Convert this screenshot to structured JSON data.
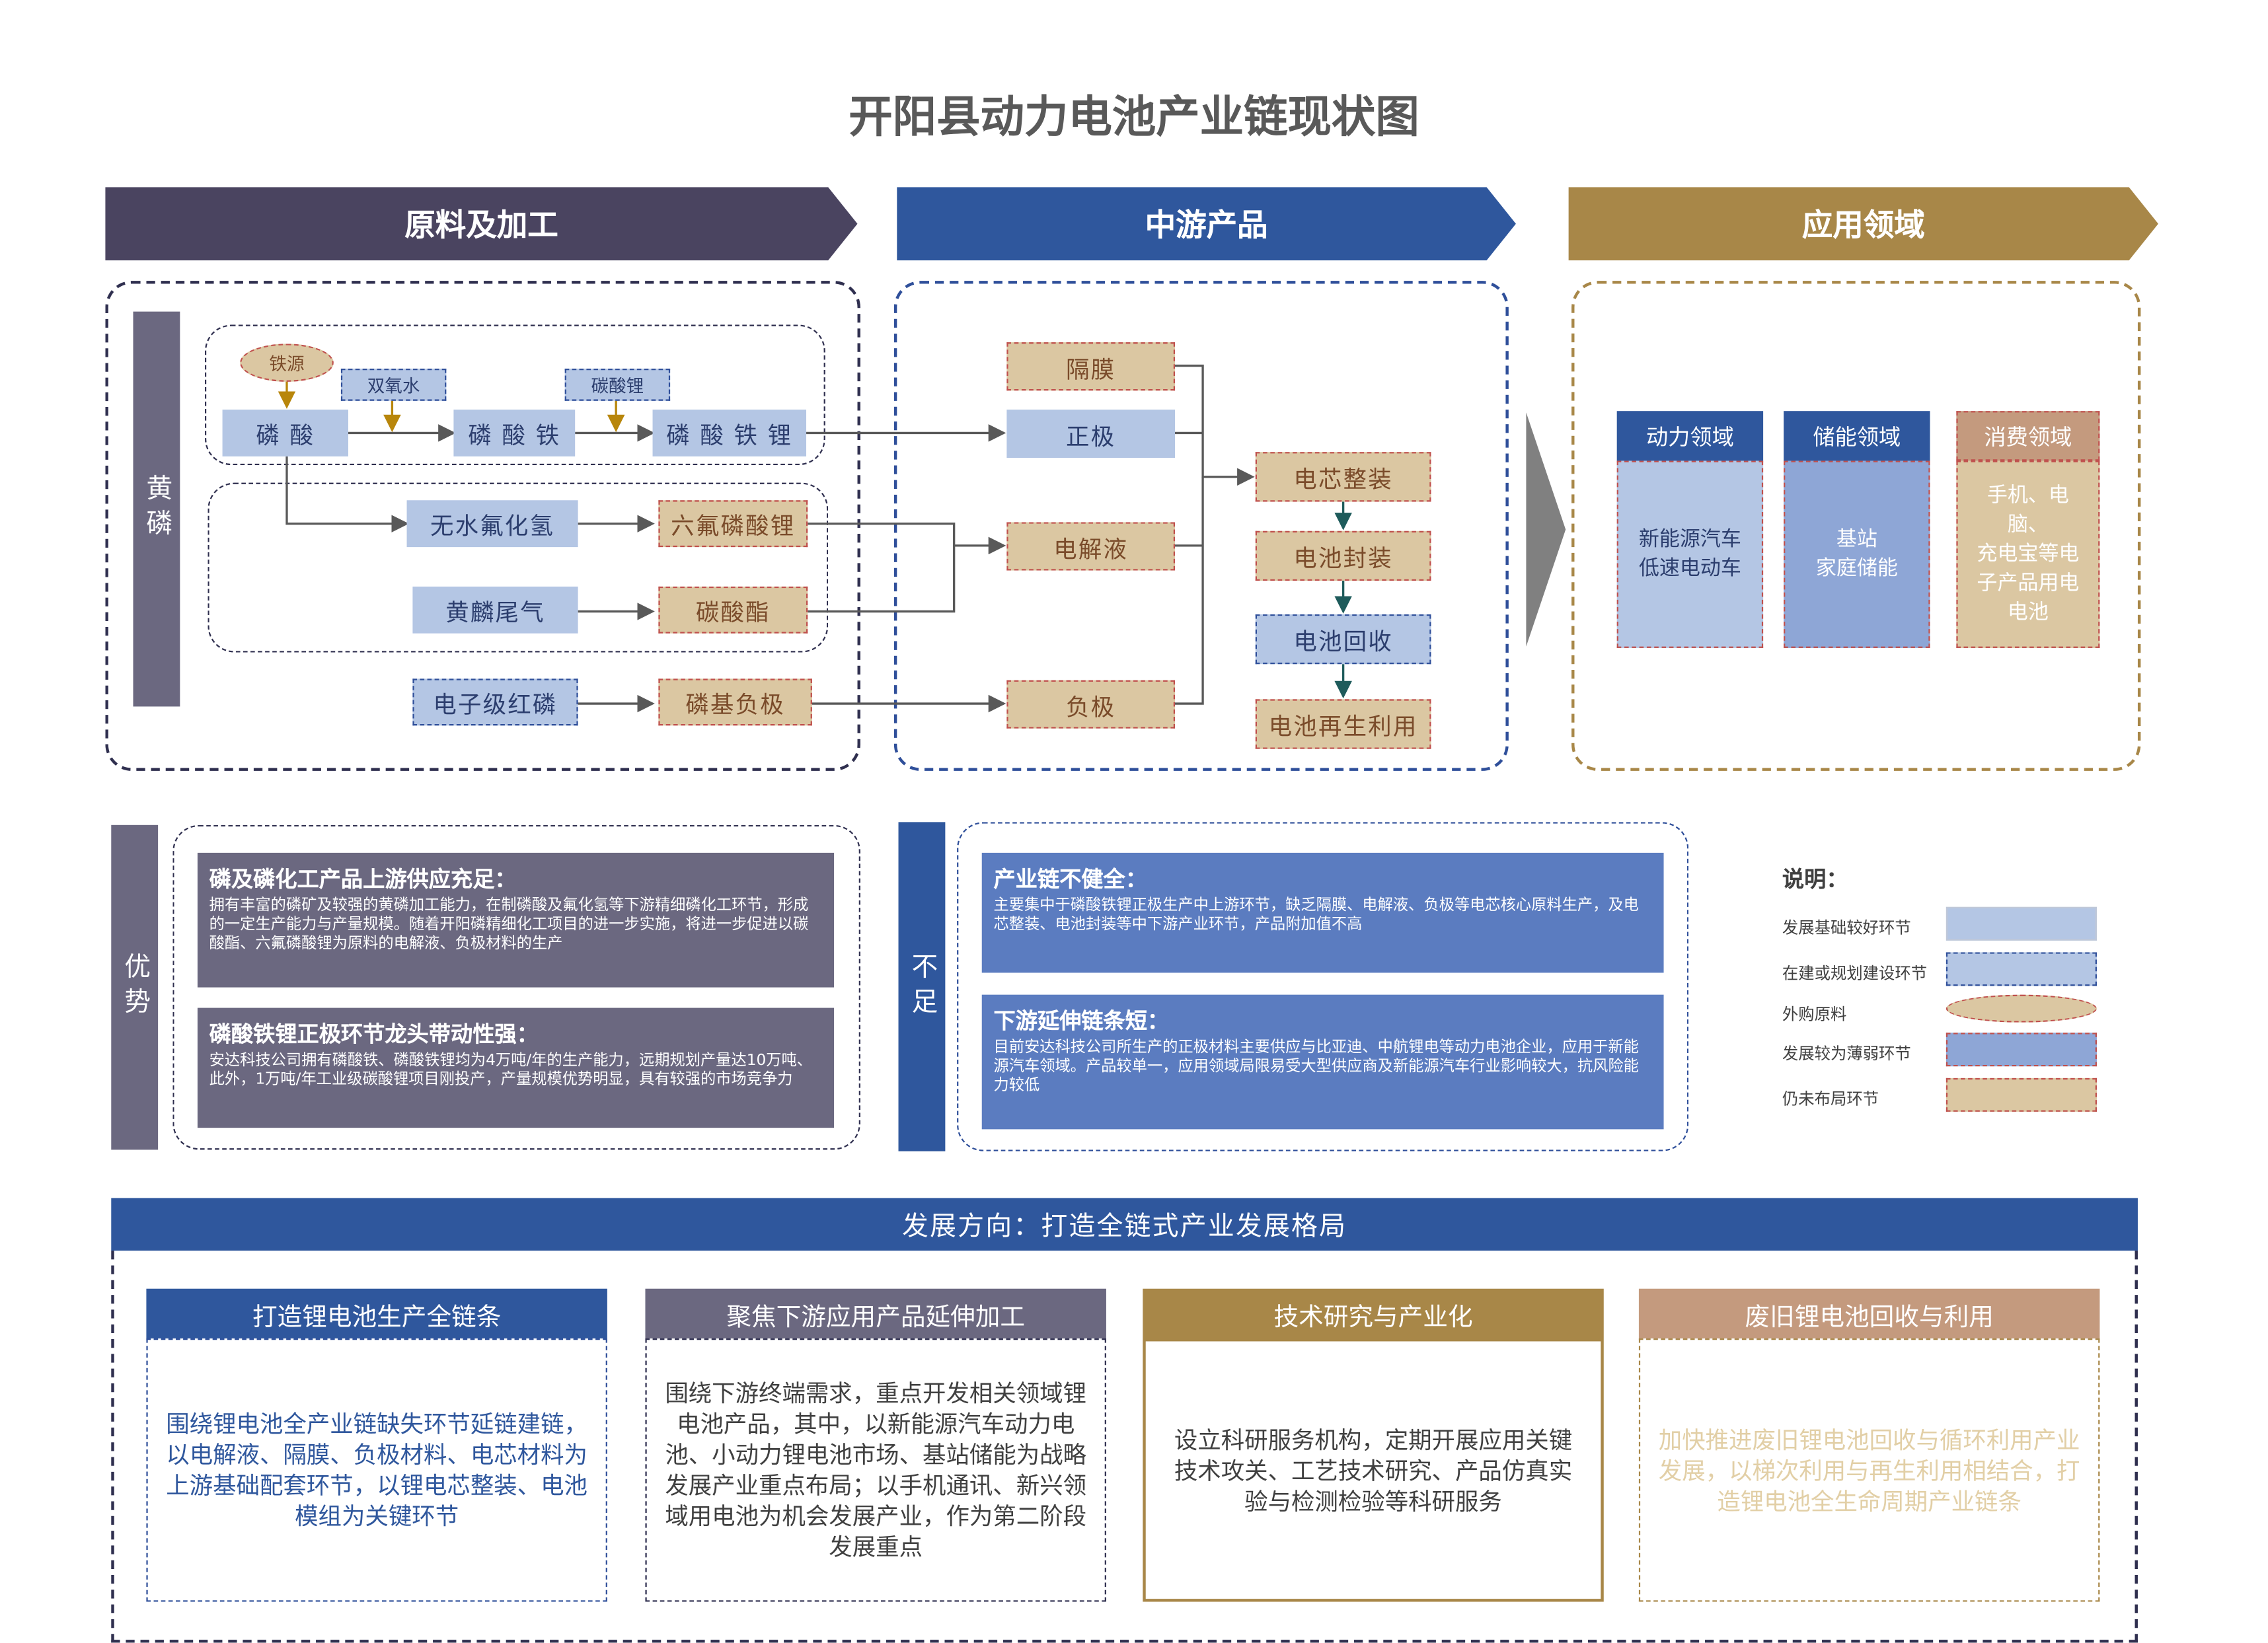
{
  "title": "开阳县动力电池产业链现状图",
  "banners": {
    "raw": "原料及加工",
    "mid": "中游产品",
    "app": "应用领域"
  },
  "raw": {
    "side_label": "黄磷",
    "iron_source": "铁源",
    "hydrogen_peroxide": "双氧水",
    "lithium_carbonate": "碳酸锂",
    "phosphoric_acid": "磷 酸",
    "iron_phosphate": "磷 酸 铁",
    "lfp": "磷 酸 铁 锂",
    "hf": "无水氟化氢",
    "lipf6": "六氟磷酸锂",
    "tail_gas": "黄麟尾气",
    "carbonate_ester": "碳酸酯",
    "red_phosphorus": "电子级红磷",
    "p_anode": "磷基负极"
  },
  "mid": {
    "separator": "隔膜",
    "cathode": "正极",
    "electrolyte": "电解液",
    "anode": "负极",
    "cell_assembly": "电芯整装",
    "battery_pack": "电池封装",
    "recycle": "电池回收",
    "reuse": "电池再生利用"
  },
  "app": {
    "cols": [
      {
        "head": "动力领域",
        "body": "新能源汽车\n低速电动车"
      },
      {
        "head": "储能领域",
        "body": "基站\n家庭储能"
      },
      {
        "head": "消费领域",
        "body": "手机、电\n脑、\n充电宝等电\n子产品用电\n电池"
      }
    ]
  },
  "advantages": {
    "side_label": "优势",
    "items": [
      {
        "head": "磷及磷化工产品上游供应充足：",
        "body": "拥有丰富的磷矿及较强的黄磷加工能力，在制磷酸及氟化氢等下游精细磷化工环节，形成的一定生产能力与产量规模。随着开阳磷精细化工项目的进一步实施，将进一步促进以碳酸酯、六氟磷酸锂为原料的电解液、负极材料的生产"
      },
      {
        "head": "磷酸铁锂正极环节龙头带动性强：",
        "body": "安达科技公司拥有磷酸铁、磷酸铁锂均为4万吨/年的生产能力，远期规划产量达10万吨、此外，1万吨/年工业级碳酸锂项目刚投产，产量规模优势明显，具有较强的市场竞争力"
      }
    ]
  },
  "weakness": {
    "side_label": "不足",
    "items": [
      {
        "head": "产业链不健全：",
        "body": "主要集中于磷酸铁锂正极生产中上游环节，缺乏隔膜、电解液、负极等电芯核心原料生产，及电芯整装、电池封装等中下游产业环节，产品附加值不高"
      },
      {
        "head": "下游延伸链条短：",
        "body": "目前安达科技公司所生产的正极材料主要供应与比亚迪、中航锂电等动力电池企业，应用于新能源汽车领域。产品较单一，应用领域局限易受大型供应商及新能源汽车行业影响较大，抗风险能力较低"
      }
    ]
  },
  "legend": {
    "title": "说明：",
    "items": [
      {
        "label": "发展基础较好环节",
        "style": "good"
      },
      {
        "label": "在建或规划建设环节",
        "style": "dash"
      },
      {
        "label": "外购原料",
        "style": "ellipse"
      },
      {
        "label": "发展较为薄弱环节",
        "style": "weak"
      },
      {
        "label": "仍未布局环节",
        "style": "tan"
      }
    ]
  },
  "direction": {
    "header": "发展方向：打造全链式产业发展格局",
    "cards": [
      {
        "head": "打造锂电池生产全链条",
        "body": "围绕锂电池全产业链缺失环节延链建链，以电解液、隔膜、负极材料、电芯材料为上游基础配套环节，以锂电芯整装、电池模组为关键环节",
        "head_color": "#2f4f9a",
        "text_color": "#2f4f9a"
      },
      {
        "head": "聚焦下游应用产品延伸加工",
        "body": "围绕下游终端需求，重点开发相关领域锂电池产品，其中，以新能源汽车动力电池、小动力锂电池市场、基站储能为战略发展产业重点布局；以手机通讯、新兴领域用电池为机会发展产业，作为第二阶段发展重点",
        "head_color": "#6b6880",
        "text_color": "#404040"
      },
      {
        "head": "技术研究与产业化",
        "body": "设立科研服务机构，定期开展应用关键技术攻关、工艺技术研究、产品仿真实验与检测检验等科研服务",
        "head_color": "#a88748",
        "text_color": "#404040"
      },
      {
        "head": "废旧锂电池回收与利用",
        "body": "加快推进废旧锂电池回收与循环利用产业发展，以梯次利用与再生利用相结合，打造锂电池全生命周期产业链条",
        "head_color": "#c49a7e",
        "text_color": "#e2cfa6"
      }
    ]
  }
}
